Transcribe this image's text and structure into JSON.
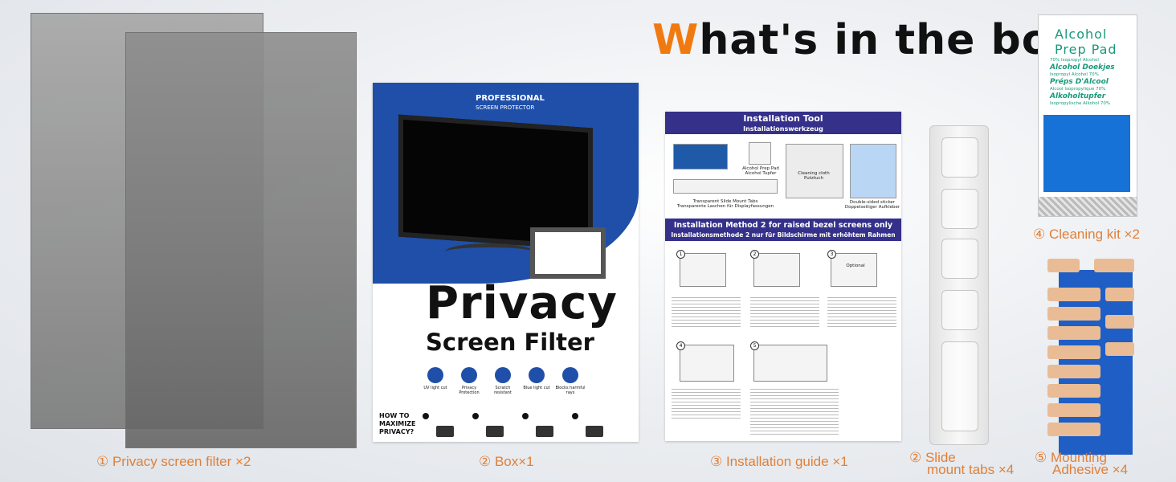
{
  "title": {
    "w": "W",
    "rest": "hat's in the box."
  },
  "captions": {
    "filter": "① Privacy screen filter ×2",
    "box": "② Box×1",
    "guide": "③ Installation guide ×1",
    "tabs_line1": "② Slide",
    "tabs_line2": "mount tabs ×4",
    "kit": "④ Cleaning kit ×2",
    "adh_line1": "⑤ Mounting",
    "adh_line2": "Adhesive ×4"
  },
  "box": {
    "brand_line1": "PROFESSIONAL",
    "brand_line2": "SCREEN PROTECTOR",
    "product_line1": "Privacy",
    "product_line2": "Screen Filter",
    "features": [
      "UV light cut",
      "Privacy Protection",
      "Scratch resistant",
      "Blue light cut",
      "Blocks harmful rays"
    ],
    "how_to": "HOW TO\nMAXIMIZE\nPRIVACY?"
  },
  "guide": {
    "tool_title": "Installation Tool",
    "tool_title_de": "Installationswerkzeug",
    "tool_items": [
      "Alcohol Prep Pad\nAlcohol Tupfer",
      "Cleaning cloth\nPutztuch",
      "Transparent Slide Mount Tabs\nTransparente Laschen für Displayfassungen",
      "Double-sided sticker\nDoppelseitiger Aufkleber"
    ],
    "method_title": "Installation Method 2 for raised bezel screens only",
    "method_title_de": "Installationsmethode 2 nur für Bildschirme mit erhöhtem Rahmen",
    "optional_label": "Optional"
  },
  "kit": {
    "line1": "Alcohol",
    "line2": "Prep Pad",
    "sub1": "70% Isopropyl Alcohol",
    "nl": "Alcohol Doekjes",
    "sub2": "Isopropyl Alcohol 70%",
    "fr": "Préps D'Alcool",
    "sub3": "Alcool Isopropylique 70%",
    "de": "Alkoholtupfer",
    "sub4": "Isopropylische Alkohol 70%"
  },
  "colors": {
    "accent_orange": "#f07a10",
    "caption": "#e0803a",
    "box_blue": "#1f4fa8",
    "guide_band": "#35308a",
    "kit_green": "#169a7a"
  }
}
